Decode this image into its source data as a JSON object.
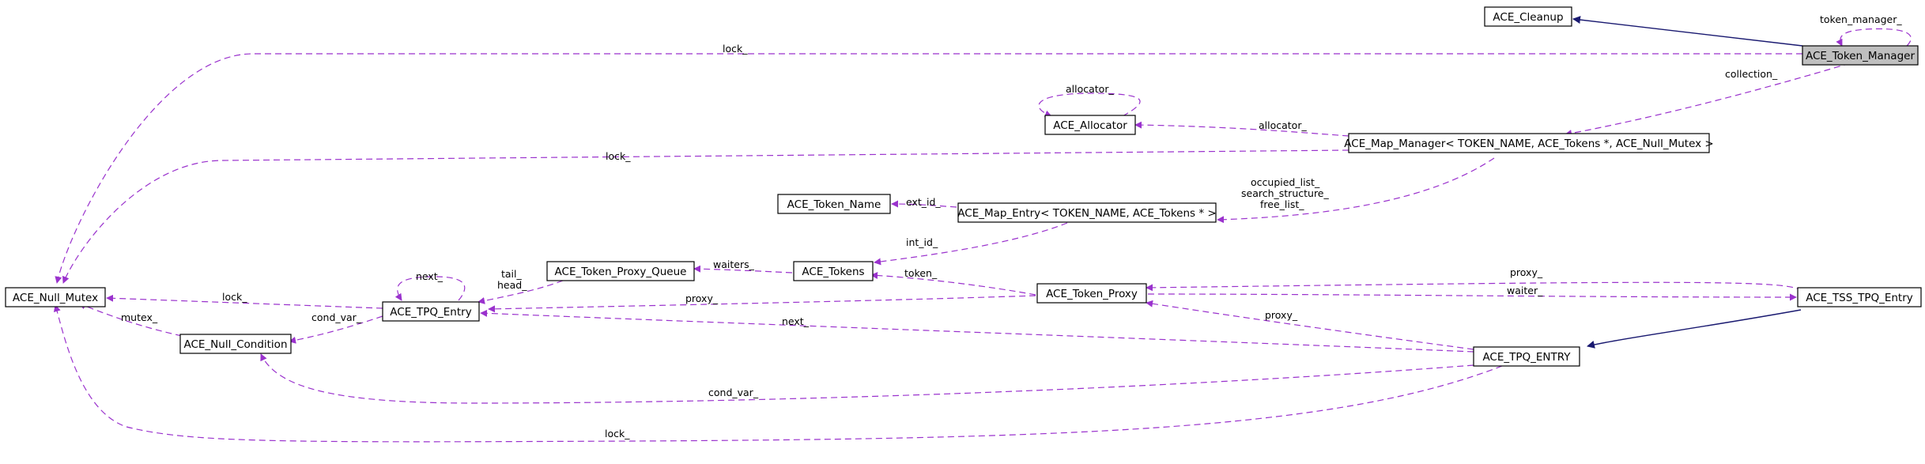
{
  "nodes": {
    "cleanup": "ACE_Cleanup",
    "token_manager": "ACE_Token_Manager",
    "allocator": "ACE_Allocator",
    "map_manager": "ACE_Map_Manager< TOKEN_NAME, ACE_Tokens *, ACE_Null_Mutex >",
    "token_name": "ACE_Token_Name",
    "map_entry": "ACE_Map_Entry< TOKEN_NAME, ACE_Tokens * >",
    "token_proxy_queue": "ACE_Token_Proxy_Queue",
    "tokens": "ACE_Tokens",
    "null_mutex": "ACE_Null_Mutex",
    "tpq_entry": "ACE_TPQ_Entry",
    "token_proxy": "ACE_Token_Proxy",
    "tss_tpq_entry": "ACE_TSS_TPQ_Entry",
    "null_condition": "ACE_Null_Condition",
    "tpq_ENTRY": "ACE_TPQ_ENTRY"
  },
  "edge_labels": {
    "token_manager_self": "token_manager_",
    "lock_top": "lock_",
    "collection": "collection_",
    "allocator_self": "allocator_",
    "allocator": "allocator_",
    "lock_map_manager": "lock_",
    "map_entry_line1": "occupied_list_",
    "map_entry_line2": "search_structure_",
    "map_entry_line3": "free_list_",
    "ext_id": "ext_id_",
    "int_id": "int_id_",
    "waiters": "waiters_",
    "tail": "tail_",
    "head": "head_",
    "next_self": "next_",
    "lock_tpq": "lock_",
    "token": "token_",
    "proxy_tss": "proxy_",
    "waiter": "waiter_",
    "proxy_tpq": "proxy_",
    "cond_var_tpq": "cond_var_",
    "mutex": "mutex_",
    "next_entry": "next_",
    "proxy_entry": "proxy_",
    "cond_var_entry": "cond_var_",
    "lock_bottom": "lock_"
  },
  "colors": {
    "usage_edge": "#9a32cd",
    "inheritance_edge": "#191970",
    "focus_node": "#bfbfbf"
  }
}
